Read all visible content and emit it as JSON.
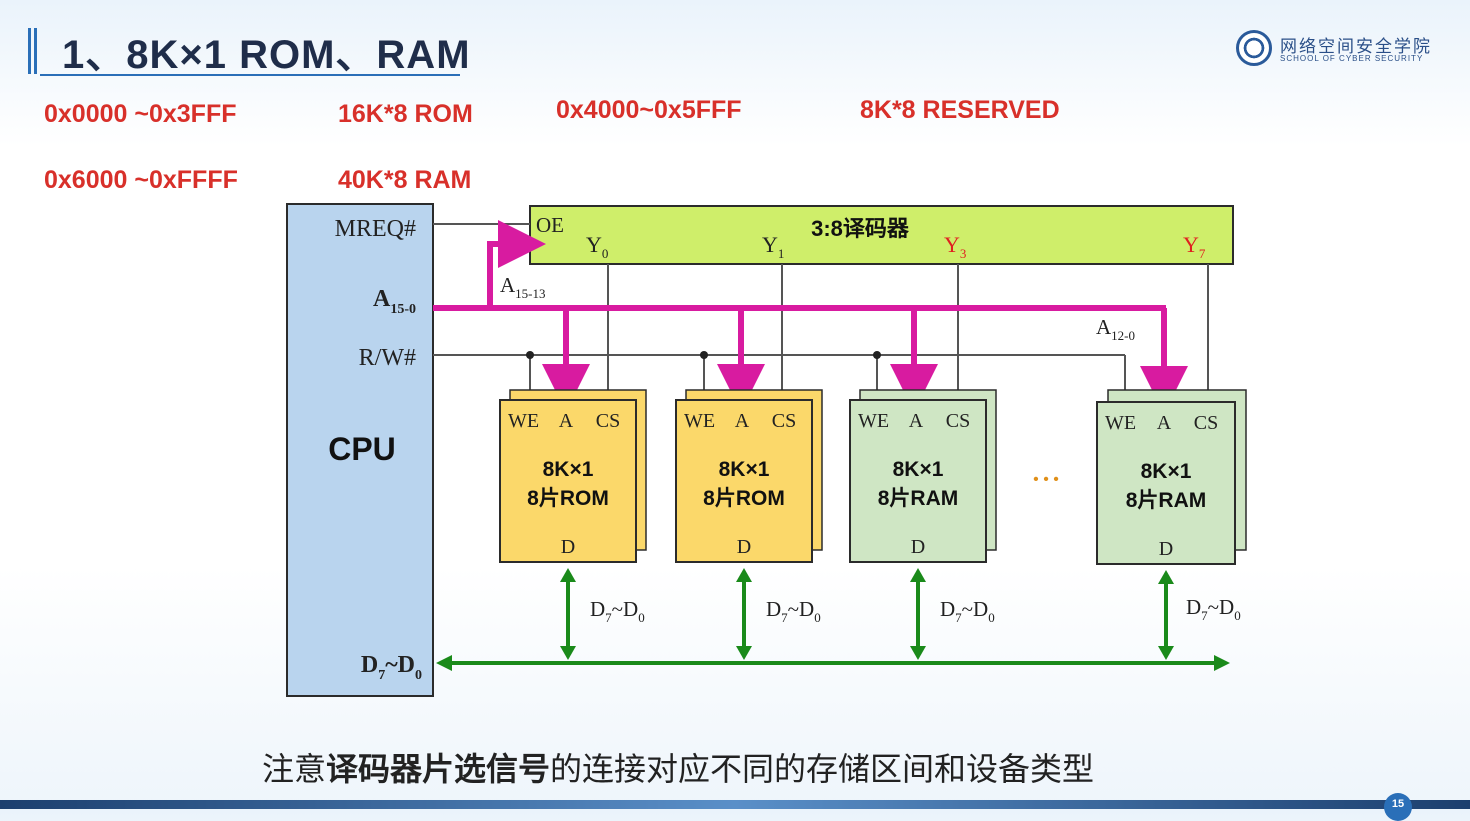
{
  "slide": {
    "title": "1、8K×1 ROM、RAM",
    "logo": {
      "chinese": "网络空间安全学院",
      "english": "SCHOOL OF CYBER SECURITY"
    },
    "page_number": "15"
  },
  "address_map": [
    {
      "range": "0x0000 ~0x3FFF",
      "size": "16K*8 ROM"
    },
    {
      "range": "0x4000~0x5FFF",
      "size": "8K*8 RESERVED"
    },
    {
      "range": "0x6000 ~0xFFFF",
      "size": "40K*8 RAM"
    }
  ],
  "cpu": {
    "label": "CPU",
    "mreq": "MREQ#",
    "addr_main": "A",
    "addr_main_sub": "15-0",
    "rw": "R/W#",
    "data_main": "D",
    "data_main_sub1": "7",
    "data_main_sep": "~D",
    "data_main_sub2": "0"
  },
  "decoder": {
    "title": "3:8译码器",
    "oe": "OE",
    "outputs": [
      {
        "name": "Y",
        "sub": "0"
      },
      {
        "name": "Y",
        "sub": "1"
      },
      {
        "name": "Y",
        "sub": "3"
      },
      {
        "name": "Y",
        "sub": "7"
      }
    ],
    "colors": {
      "fill": "#cfee6a",
      "highlight_output": "#e02020"
    }
  },
  "bus_labels": {
    "high_addr": "A",
    "high_addr_sub": "15-13",
    "low_addr": "A",
    "low_addr_sub": "12-0"
  },
  "chips": [
    {
      "pins": {
        "we": "WE",
        "a": "A",
        "cs": "CS",
        "d": "D"
      },
      "line1": "8K×1",
      "line2": "8片ROM",
      "type": "rom"
    },
    {
      "pins": {
        "we": "WE",
        "a": "A",
        "cs": "CS",
        "d": "D"
      },
      "line1": "8K×1",
      "line2": "8片ROM",
      "type": "rom"
    },
    {
      "pins": {
        "we": "WE",
        "a": "A",
        "cs": "CS",
        "d": "D"
      },
      "line1": "8K×1",
      "line2": "8片RAM",
      "type": "ram"
    },
    {
      "pins": {
        "we": "WE",
        "a": "A",
        "cs": "CS",
        "d": "D"
      },
      "line1": "8K×1",
      "line2": "8片RAM",
      "type": "ram"
    }
  ],
  "ellipsis": "• • •",
  "data_label": {
    "d": "D",
    "sub1": "7",
    "sep": "~D",
    "sub2": "0"
  },
  "caption": {
    "part1": "注意",
    "bold": "译码器片选信号",
    "part2": "的连接对应不同的存储区间和设备类型"
  },
  "colors": {
    "address_bus": "#d81ba0",
    "data_bus": "#1a8a1a",
    "rom_fill": "#fbd86a",
    "ram_fill": "#cfe6c4",
    "cpu_fill": "#b9d4ee",
    "address_text": "#d8302a"
  }
}
